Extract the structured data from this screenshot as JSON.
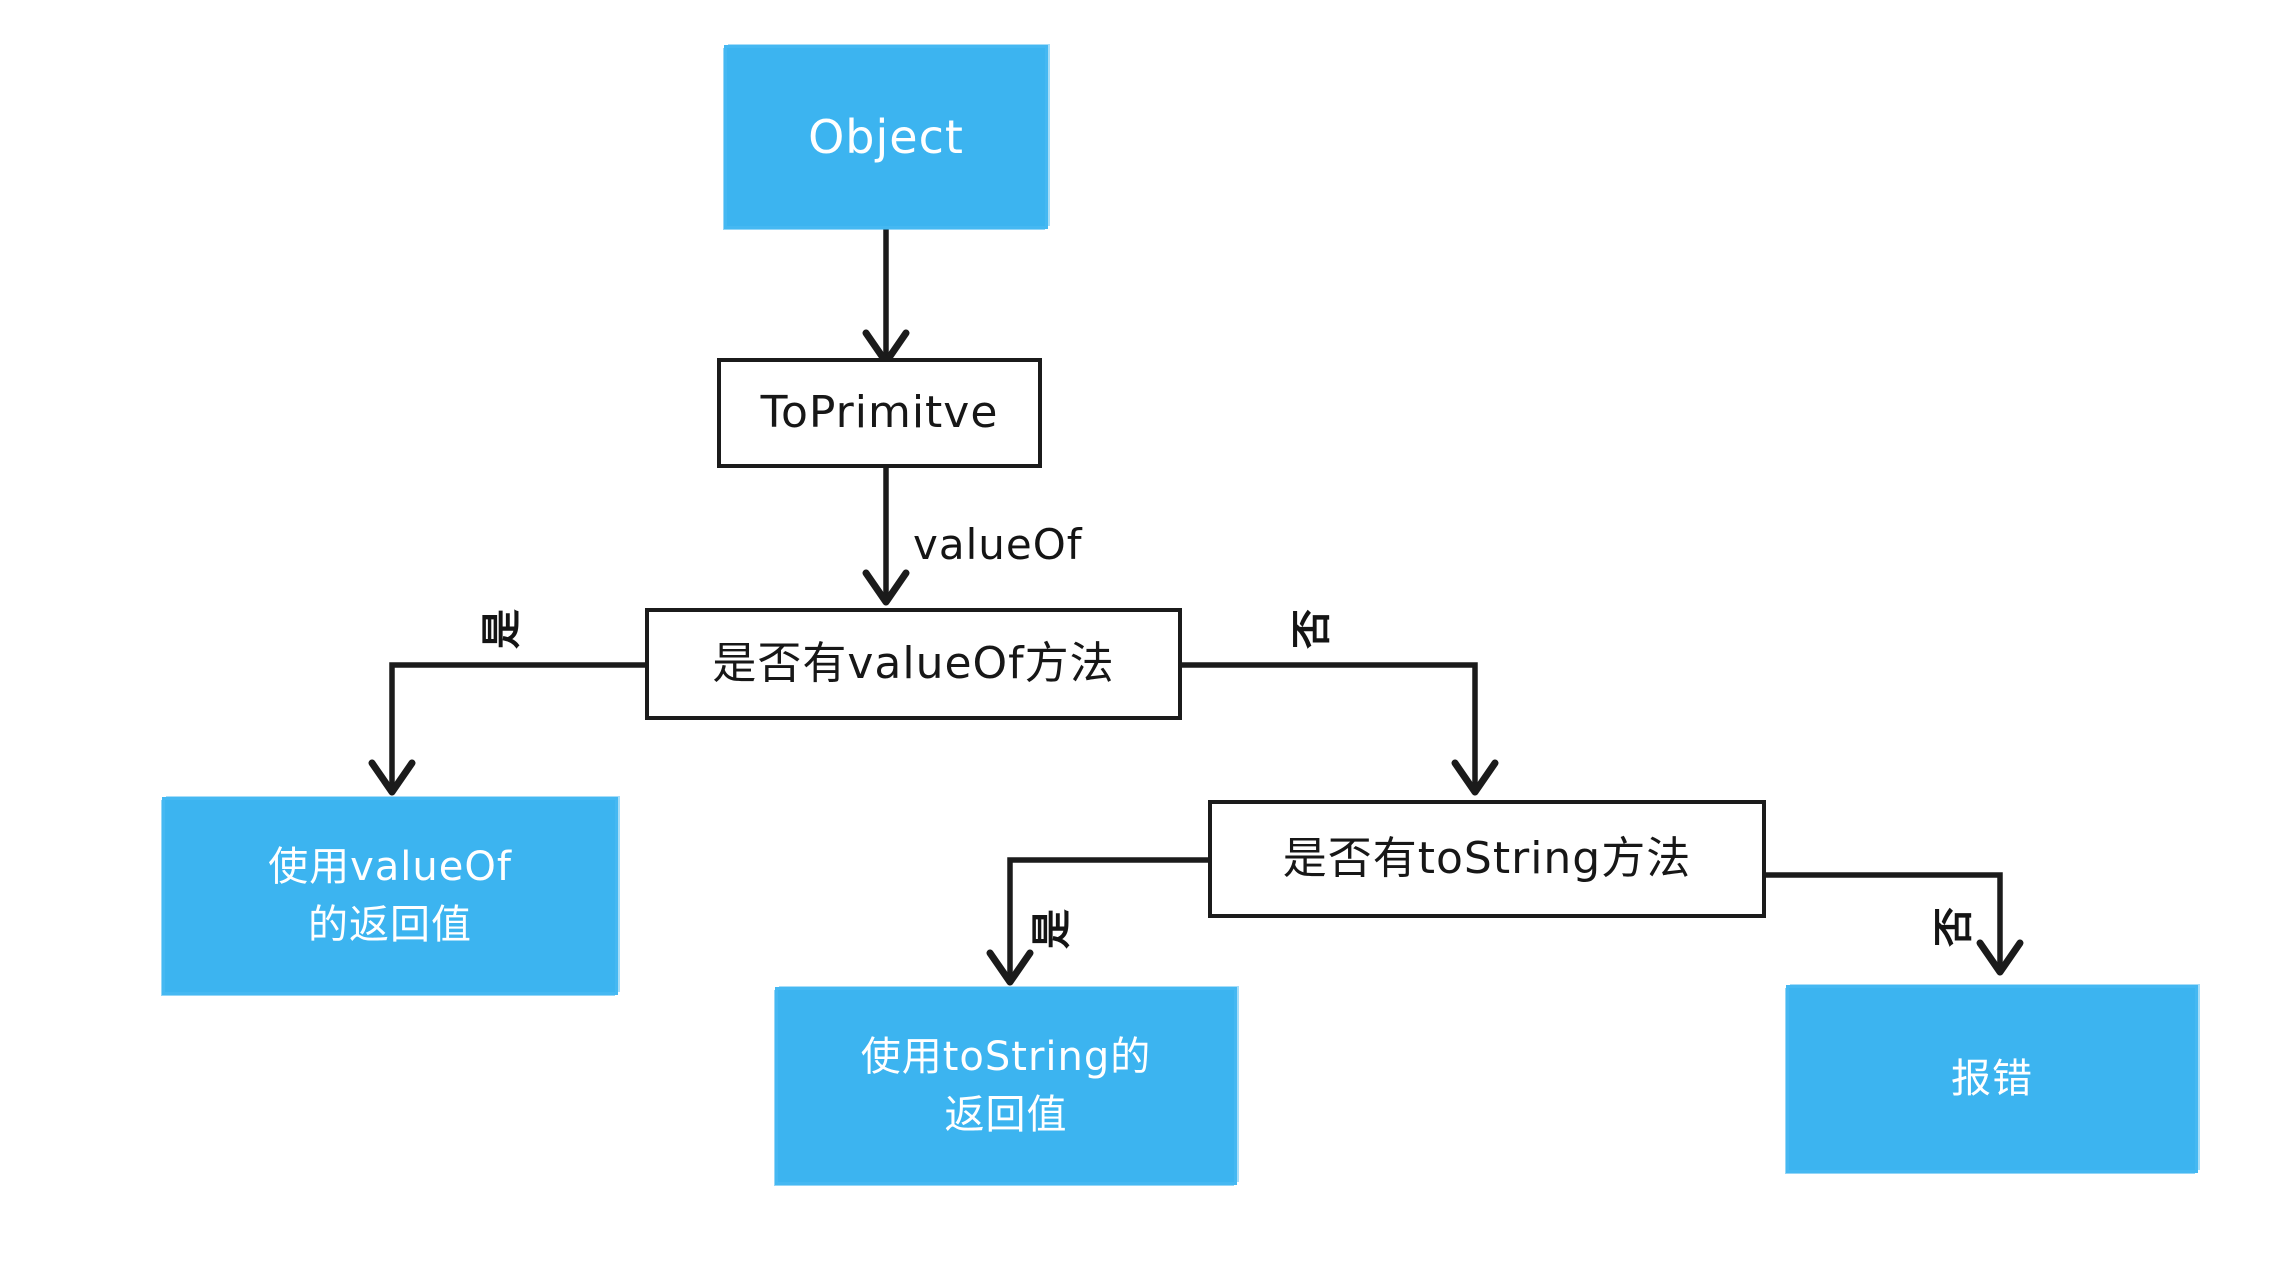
{
  "diagram": {
    "title": "Object ToPrimitive conversion flowchart",
    "style": "hand-drawn sketch",
    "background_color": "#ffffff",
    "accent_color": "#3cb4f0",
    "stroke_color": "#1b1b1b",
    "text_on_accent_color": "#ffffff"
  },
  "nodes": {
    "object": {
      "label": "Object",
      "shape": "rectangle",
      "fill": "#3cb4f0",
      "text_color": "#ffffff"
    },
    "toprimitve": {
      "label": "ToPrimitve",
      "shape": "rectangle",
      "fill": "#ffffff",
      "text_color": "#171717"
    },
    "has_valueof": {
      "label": "是否有valueOf方法",
      "shape": "rectangle",
      "fill": "#ffffff",
      "text_color": "#171717"
    },
    "use_valueof": {
      "line1": "使用valueOf",
      "line2": "的返回值",
      "shape": "rectangle",
      "fill": "#3cb4f0",
      "text_color": "#ffffff"
    },
    "has_tostring": {
      "label": "是否有toString方法",
      "shape": "rectangle",
      "fill": "#ffffff",
      "text_color": "#171717"
    },
    "use_tostring": {
      "line1": "使用toString的",
      "line2": "返回值",
      "shape": "rectangle",
      "fill": "#3cb4f0",
      "text_color": "#ffffff"
    },
    "throw_error": {
      "label": "报错",
      "shape": "rectangle",
      "fill": "#3cb4f0",
      "text_color": "#ffffff"
    }
  },
  "edge_labels": {
    "valueof_call": "valueOf",
    "valueof_yes": "是",
    "valueof_no": "否",
    "tostring_yes": "是",
    "tostring_no": "否"
  },
  "edges": [
    {
      "from": "object",
      "to": "toprimitve",
      "label": ""
    },
    {
      "from": "toprimitve",
      "to": "has_valueof",
      "label": "valueOf"
    },
    {
      "from": "has_valueof",
      "to": "use_valueof",
      "label": "是"
    },
    {
      "from": "has_valueof",
      "to": "has_tostring",
      "label": "否"
    },
    {
      "from": "has_tostring",
      "to": "use_tostring",
      "label": "是"
    },
    {
      "from": "has_tostring",
      "to": "throw_error",
      "label": "否"
    }
  ]
}
